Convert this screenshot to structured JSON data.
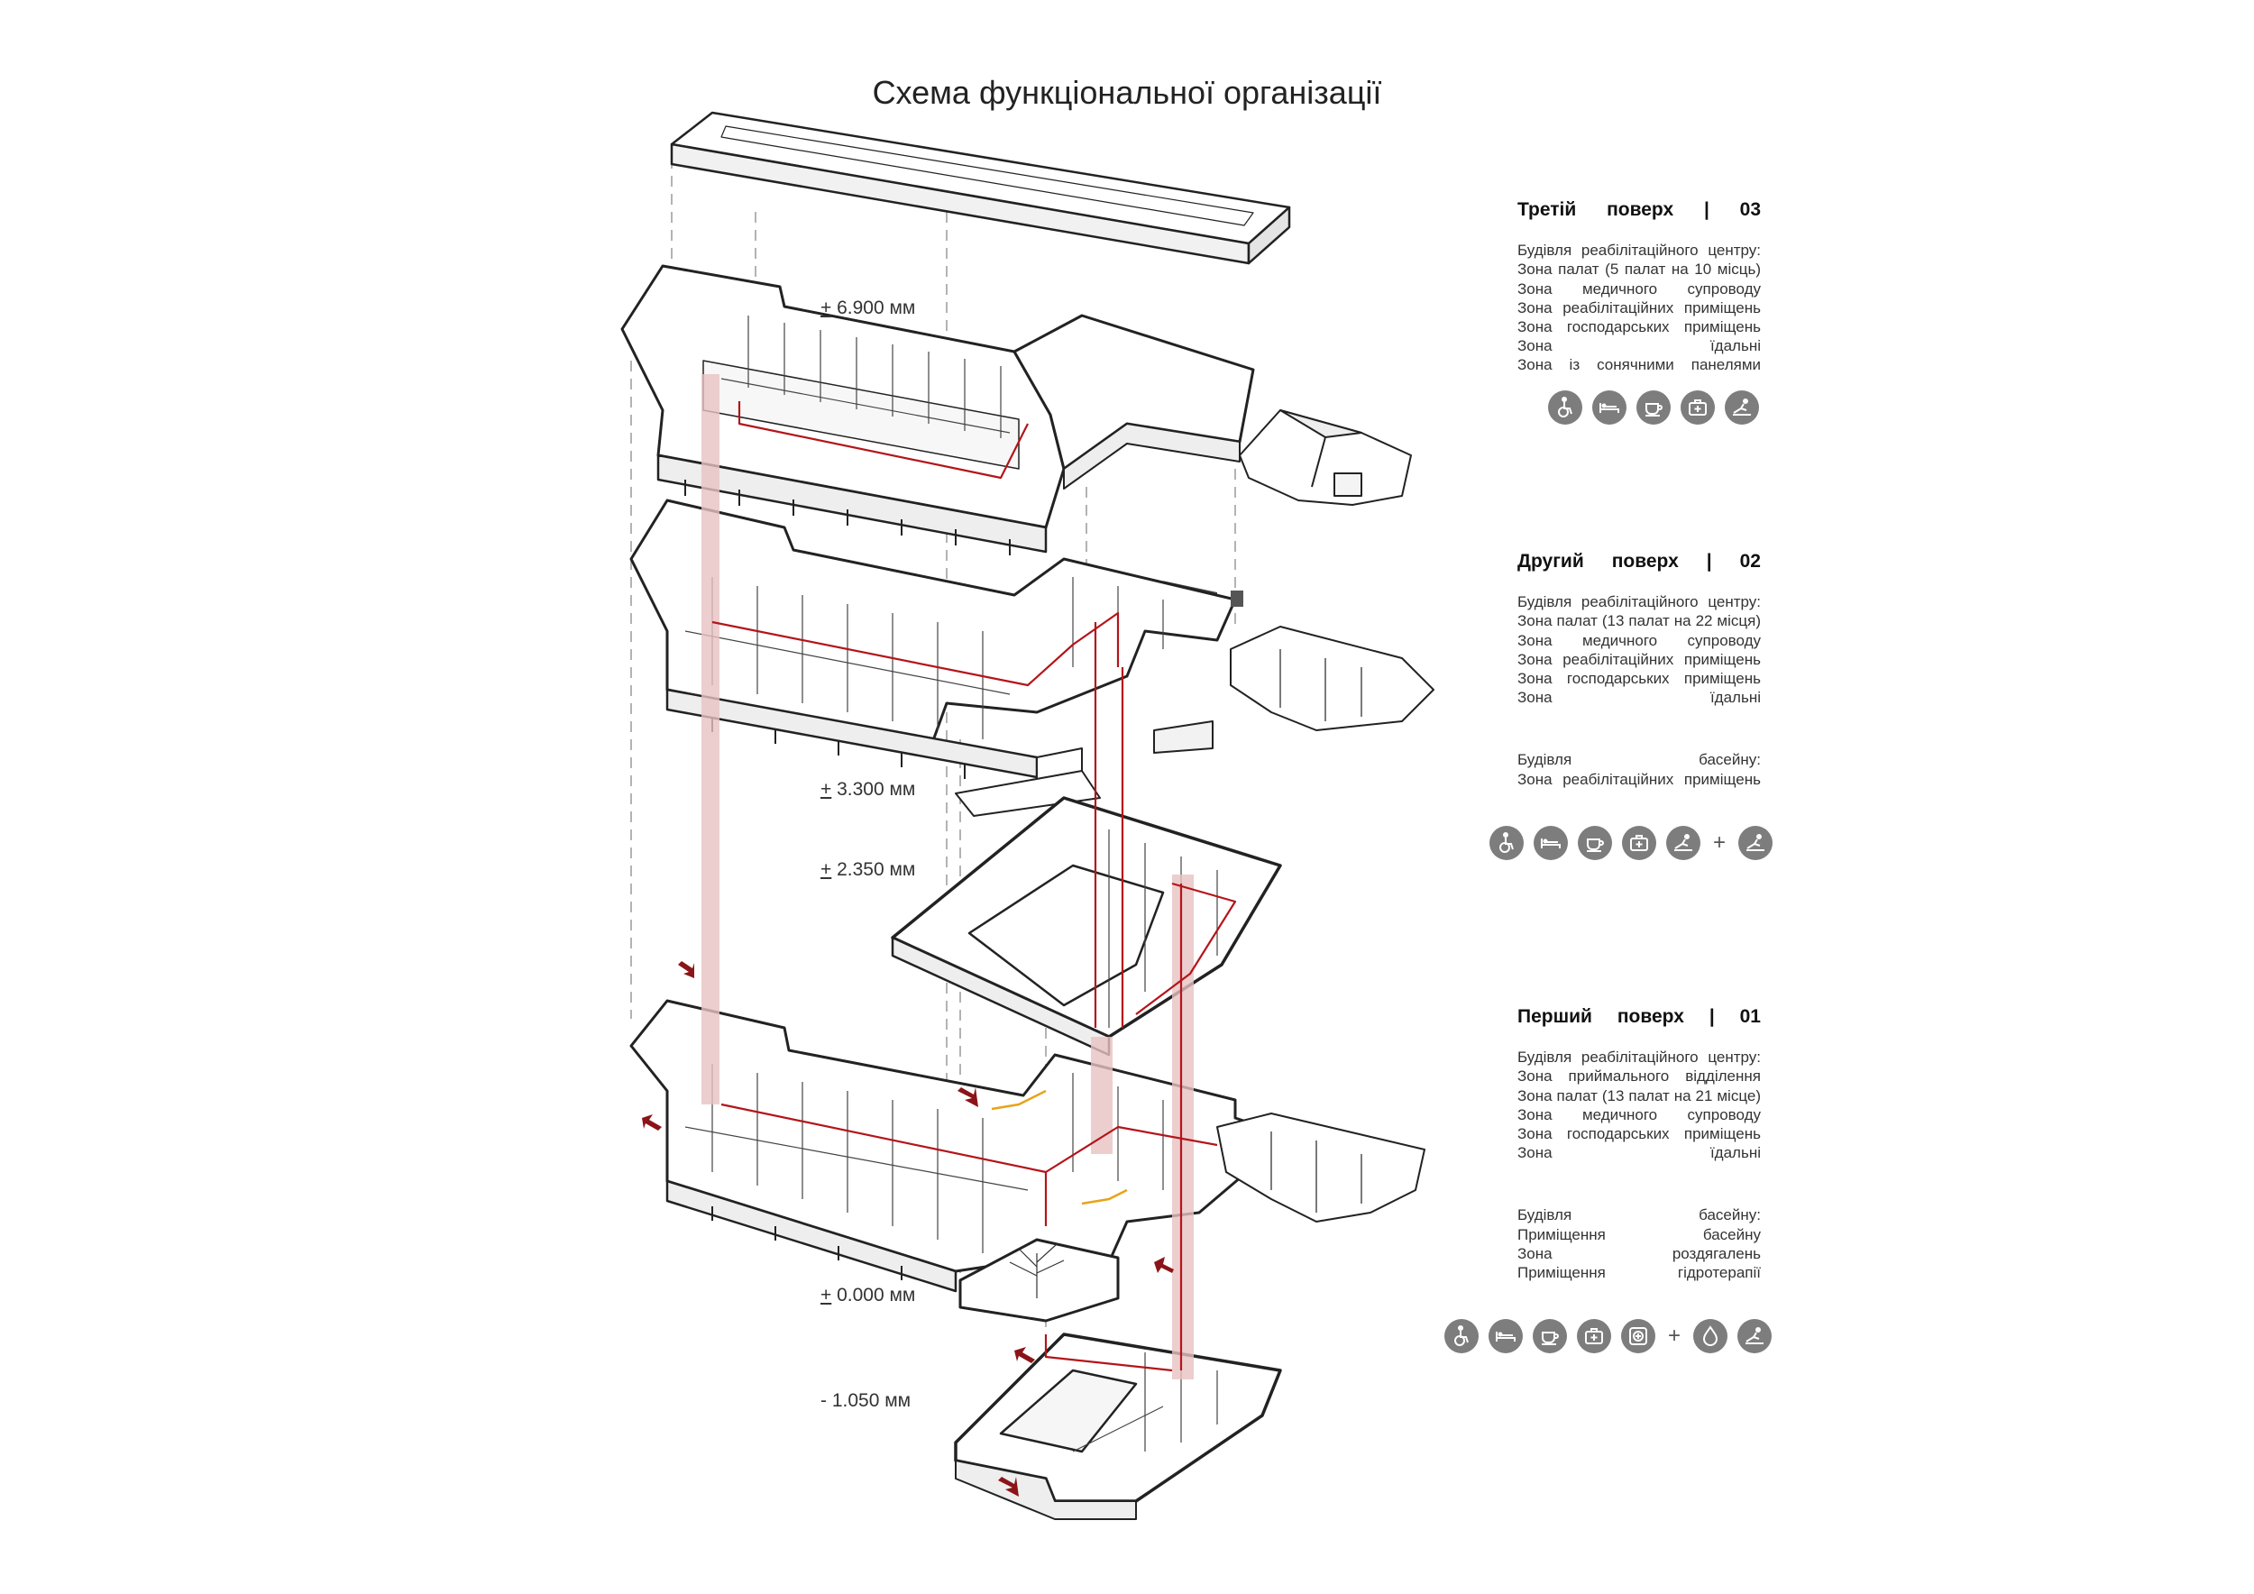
{
  "title": "Схема функціональної організації",
  "levels": {
    "l6900": {
      "pm": "+",
      "value": " 6.900 мм"
    },
    "l3300": {
      "pm": "+",
      "value": " 3.300 мм"
    },
    "l2350": {
      "pm": "+",
      "value": " 2.350 мм"
    },
    "l0000": {
      "pm": "+",
      "value": " 0.000 мм"
    },
    "lm1050": {
      "value": "- 1.050 мм"
    }
  },
  "floor3": {
    "name": "Третій",
    "word": "поверх",
    "sep": "|",
    "num": "03",
    "lines": [
      "Будівля реабілітаційного центру:",
      "Зона палат (5 палат на 10 місць)",
      "Зона медичного супроводу",
      "Зона реабілітаційних приміщень",
      "Зона господарських приміщень",
      "Зона їдальні",
      "Зона із сонячними панелями"
    ]
  },
  "floor2": {
    "name": "Другий",
    "word": "поверх",
    "sep": "|",
    "num": "02",
    "lines": [
      "Будівля реабілітаційного центру:",
      "Зона палат (13 палат на 22 місця)",
      "Зона медичного супроводу",
      "Зона реабілітаційних приміщень",
      "Зона господарських приміщень",
      "Зона їдальні"
    ],
    "pool_lines": [
      "Будівля басейну:",
      "Зона реабілітаційних приміщень"
    ]
  },
  "floor1": {
    "name": "Перший",
    "word": "поверх",
    "sep": "|",
    "num": "01",
    "lines": [
      "Будівля реабілітаційного центру:",
      "Зона приймального відділення",
      "Зона палат (13 палат на 21 місце)",
      "Зона медичного супроводу",
      "Зона господарських приміщень",
      "Зона їдальні"
    ],
    "pool_lines": [
      "Будівля басейну:",
      "Приміщення басейну",
      "Зона роздягалень",
      "Приміщення гідротерапії"
    ]
  },
  "plus": "+",
  "colors": {
    "route": "#b3151a",
    "shaft": "#e7c2c2",
    "icon_bg": "#7d7d7d",
    "orange": "#e8a318"
  }
}
